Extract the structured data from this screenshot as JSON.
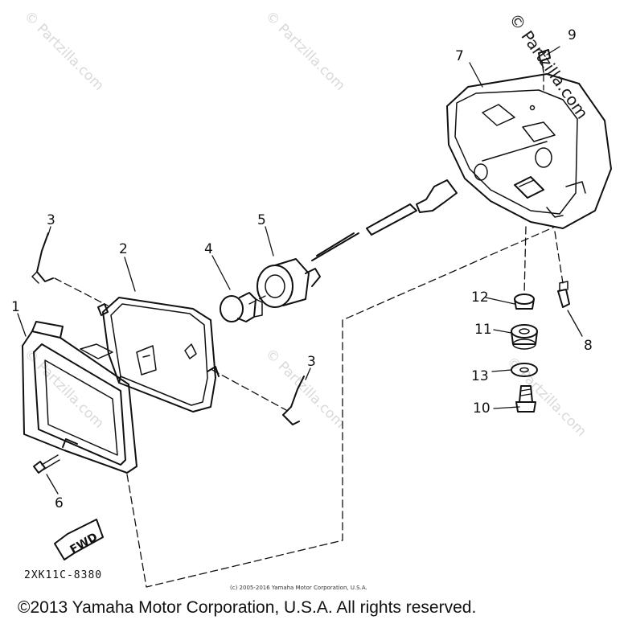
{
  "watermarks": {
    "light": "© Partzilla.com",
    "dark": "© Partzilla.com"
  },
  "callouts": [
    "1",
    "2",
    "3",
    "3",
    "4",
    "5",
    "6",
    "7",
    "8",
    "9",
    "10",
    "11",
    "12",
    "13"
  ],
  "fwd_label": "FWD",
  "part_code": "2XK11C-8380",
  "small_copyright": "(c) 2005-2016 Yamaha Motor Corporation, U.S.A.",
  "footer_copyright": "©2013 Yamaha Motor Corporation, U.S.A. All rights reserved."
}
